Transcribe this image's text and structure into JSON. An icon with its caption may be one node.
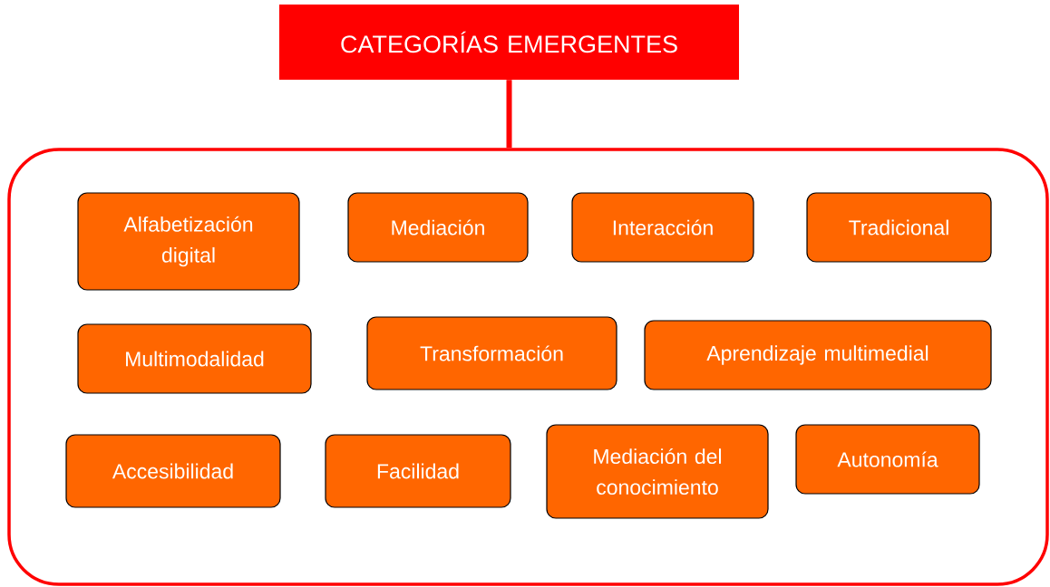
{
  "diagram": {
    "nodes": [
      {
        "text": [
          "CATEGORÍAS EMERGENTES"
        ]
      },
      {
        "text": [],
        "shape": "box"
      },
      {
        "text": [
          "Alfabetización digital"
        ],
        "in": 1
      },
      {
        "text": [
          "Mediación"
        ],
        "in": 1
      },
      {
        "text": [
          "Interacción"
        ],
        "in": 1
      },
      {
        "text": [
          "Tradicional"
        ],
        "in": 1
      },
      {
        "text": [
          "Multimodalidad"
        ],
        "in": 1
      },
      {
        "text": [
          "Transformación"
        ],
        "in": 1
      },
      {
        "text": [
          "Aprendizaje multimedial"
        ],
        "in": 1
      },
      {
        "text": [
          "Accesibilidad"
        ],
        "in": 1
      },
      {
        "text": [
          "Facilidad"
        ],
        "in": 1
      },
      {
        "text": [
          "Mediación del conocimiento"
        ],
        "in": 1
      },
      {
        "text": [
          "Autonomía"
        ],
        "in": 1
      }
    ],
    "edges": [
      {
        "from": 0,
        "to": 1,
        "arrow": "none"
      }
    ]
  }
}
